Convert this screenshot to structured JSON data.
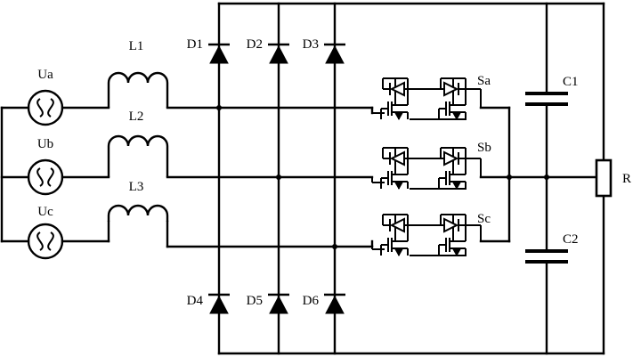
{
  "sources": [
    {
      "label": "Ua"
    },
    {
      "label": "Ub"
    },
    {
      "label": "Uc"
    }
  ],
  "inductors": [
    {
      "label": "L1"
    },
    {
      "label": "L2"
    },
    {
      "label": "L3"
    }
  ],
  "diodes_top": [
    {
      "label": "D1"
    },
    {
      "label": "D2"
    },
    {
      "label": "D3"
    }
  ],
  "diodes_bottom": [
    {
      "label": "D4"
    },
    {
      "label": "D5"
    },
    {
      "label": "D6"
    }
  ],
  "switches": [
    {
      "label": "Sa"
    },
    {
      "label": "Sb"
    },
    {
      "label": "Sc"
    }
  ],
  "capacitors": [
    {
      "label": "C1"
    },
    {
      "label": "C2"
    }
  ],
  "load": {
    "label": "R"
  }
}
